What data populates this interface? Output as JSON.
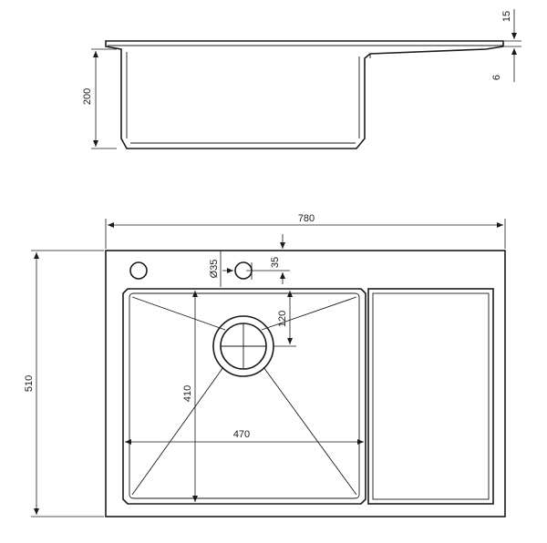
{
  "dimensions": {
    "overall_width": "780",
    "overall_depth": "510",
    "bowl_depth": "200",
    "deck_thickness": "15",
    "lip": "6",
    "tap_hole_diameter": "Ø35",
    "tap_hole_offset": "35",
    "drain_offset": "120",
    "bowl_length": "410",
    "bowl_width": "470"
  }
}
